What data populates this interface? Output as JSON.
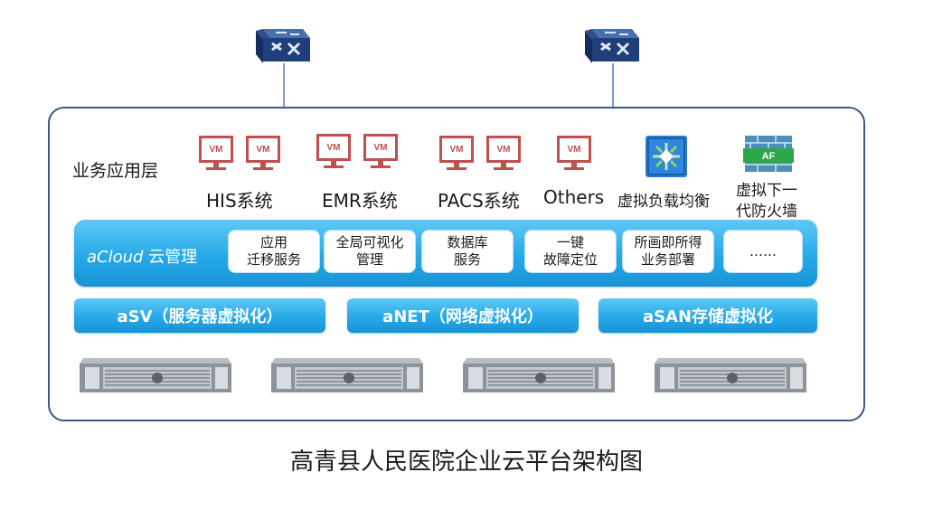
{
  "diagram": {
    "caption": "高青县人民医院企业云平台架构图",
    "layer_label": "业务应用层",
    "vm_badge": "VM",
    "systems": [
      {
        "label": "HIS系统"
      },
      {
        "label": "EMR系统"
      },
      {
        "label": "PACS系统"
      },
      {
        "label": "Others"
      }
    ],
    "load_balancer": {
      "label": "虚拟负载均衡",
      "icon": "load-balancer-icon"
    },
    "firewall": {
      "label_line1": "虚拟下一",
      "label_line2": "代防火墙",
      "badge": "AF",
      "icon": "firewall-icon"
    },
    "cloud": {
      "brand": "aCloud",
      "suffix": " 云管理",
      "services": [
        {
          "line1": "应用",
          "line2": "迁移服务"
        },
        {
          "line1": "全局可视化",
          "line2": "管理"
        },
        {
          "line1": "数据库",
          "line2": "服务"
        },
        {
          "line1": "一键",
          "line2": "故障定位"
        },
        {
          "line1": "所画即所得",
          "line2": "业务部署"
        },
        {
          "line1": "……",
          "line2": ""
        }
      ]
    },
    "virtualization": [
      {
        "label": "aSV（服务器虚拟化）"
      },
      {
        "label": "aNET（网络虚拟化）"
      },
      {
        "label": "aSAN存储虚拟化"
      }
    ],
    "colors": {
      "frame": "#3a5a86",
      "vm": "#c0504d",
      "bar": "#25a9e8"
    }
  }
}
